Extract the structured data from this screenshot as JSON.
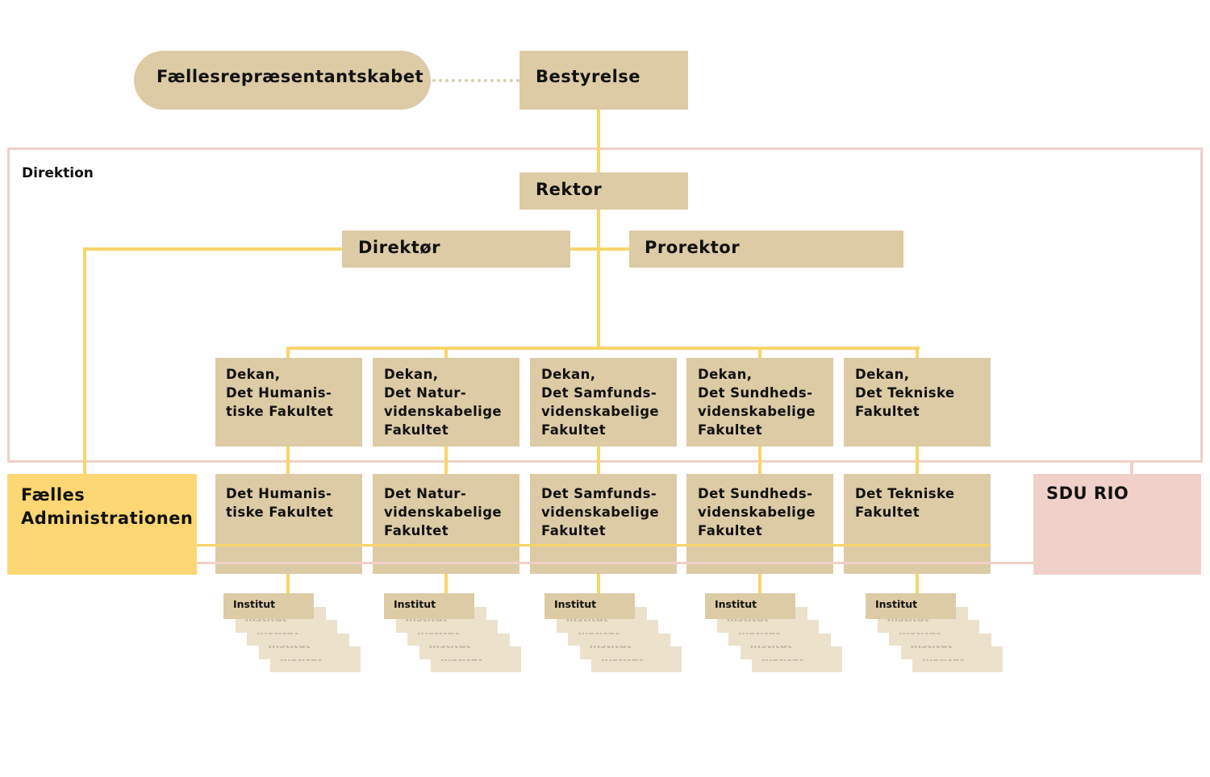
{
  "colors": {
    "box": "#ddcba6",
    "connector": "#f8d56b",
    "direktion_frame": "#f0d0c8",
    "faelles_administrationen": "#fdd774",
    "sdu_rio": "#f0d0c8",
    "institut_stack": "#ece1cb"
  },
  "nodes": {
    "faellesrepraesentantskabet": "Fællesrepræsentantskabet",
    "bestyrelse": "Bestyrelse",
    "direktion": "Direktion",
    "rektor": "Rektor",
    "direktor": "Direktør",
    "prorektor": "Prorektor",
    "faelles_administrationen": "Fælles\nAdministrationen",
    "sdu_rio": "SDU RIO"
  },
  "deans": [
    "Dekan,\nDet Humanis-\ntiske Fakultet",
    "Dekan,\nDet Natur-\nvidenskabelige\nFakultet",
    "Dekan,\nDet Samfunds-\nvidenskabelige\nFakultet",
    "Dekan,\nDet Sundheds-\nvidenskabelige\nFakultet",
    "Dekan,\nDet Tekniske\nFakultet"
  ],
  "faculties": [
    "Det Humanis-\ntiske Fakultet",
    "Det Natur-\nvidenskabelige\nFakultet",
    "Det Samfunds-\nvidenskabelige\nFakultet",
    "Det Sundheds-\nvidenskabelige\nFakultet",
    "Det Tekniske\nFakultet"
  ],
  "institut_label": "Institut"
}
